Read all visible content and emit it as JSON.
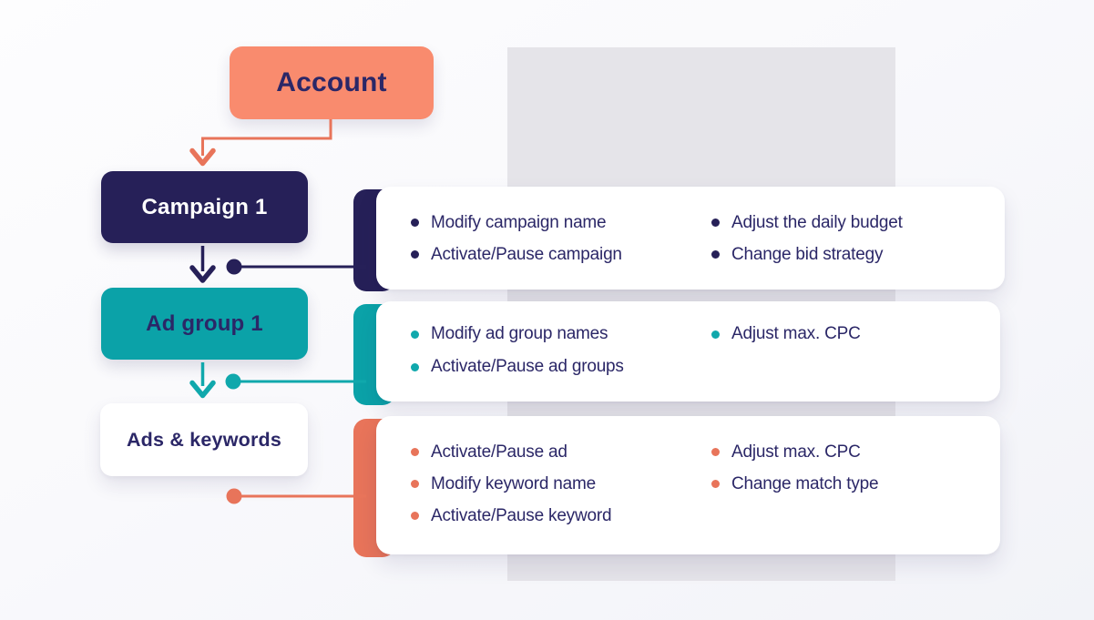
{
  "palette": {
    "coral_box": "#F98B6E",
    "coral_accent": "#E8745A",
    "navy": "#262058",
    "teal": "#0BA2A8",
    "teal_accent": "#10A8AC",
    "ink": "#2B2767",
    "band": "#E5E4E9",
    "card": "#FFFFFF"
  },
  "icons": {
    "bullet": "filled-circle",
    "arrow_down": "chevron-down-arrow",
    "connector_dot": "filled-circle"
  },
  "nodes": {
    "account": {
      "label": "Account"
    },
    "campaign": {
      "label": "Campaign 1"
    },
    "ad_group": {
      "label": "Ad group 1"
    },
    "ads_keywords": {
      "label": "Ads & keywords"
    }
  },
  "cards": [
    {
      "id": "campaign-actions",
      "accent": "navy",
      "left_items": [
        "Modify campaign name",
        "Activate/Pause campaign"
      ],
      "right_items": [
        "Adjust the daily budget",
        "Change bid strategy"
      ]
    },
    {
      "id": "adgroup-actions",
      "accent": "teal",
      "left_items": [
        "Modify ad group names",
        "Activate/Pause ad groups"
      ],
      "right_items": [
        "Adjust max. CPC"
      ]
    },
    {
      "id": "ads-keywords-actions",
      "accent": "coral",
      "left_items": [
        "Activate/Pause ad",
        "Modify keyword name",
        "Activate/Pause keyword"
      ],
      "right_items": [
        "Adjust max. CPC",
        "Change match type"
      ]
    }
  ]
}
